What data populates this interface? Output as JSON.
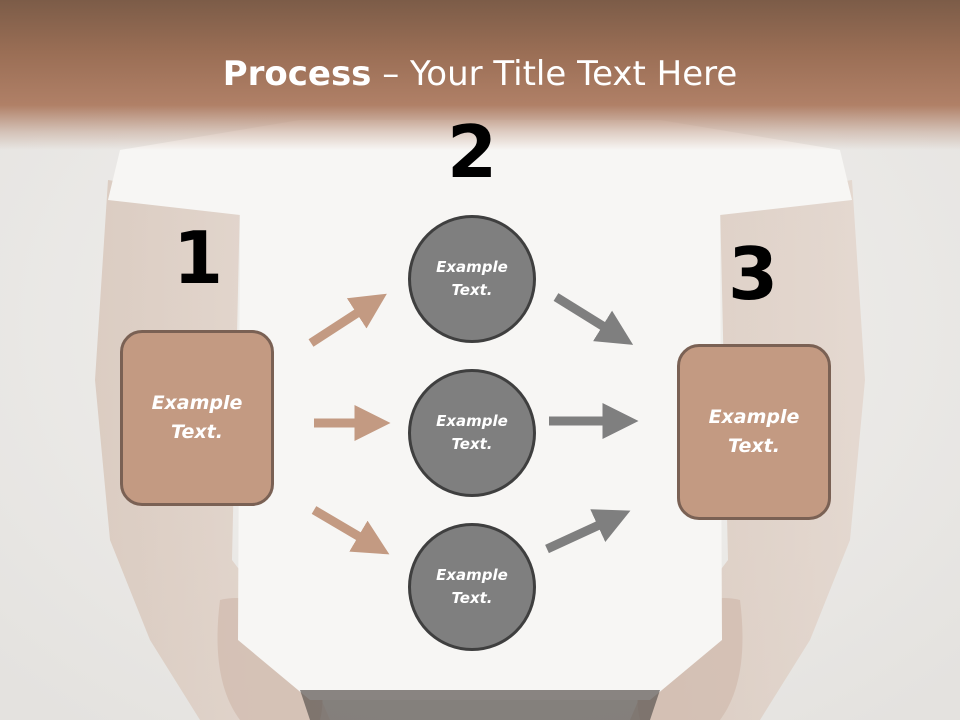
{
  "slide": {
    "title_bold": "Process",
    "title_rest": " – Your Title Text Here",
    "numbers": [
      "1",
      "2",
      "3"
    ],
    "boxes": [
      "Example\nText.",
      "Example\nText."
    ],
    "circles": [
      "Example\nText.",
      "Example\nText.",
      "Example\nText."
    ]
  },
  "colors": {
    "header": "#9a6e55",
    "box_fill": "#c39a82",
    "box_border": "#7a6154",
    "circle_fill": "#7f7f7f",
    "circle_border": "#3f3f3f",
    "arrow_left": "#c39a82",
    "arrow_right": "#7f7f7f"
  }
}
